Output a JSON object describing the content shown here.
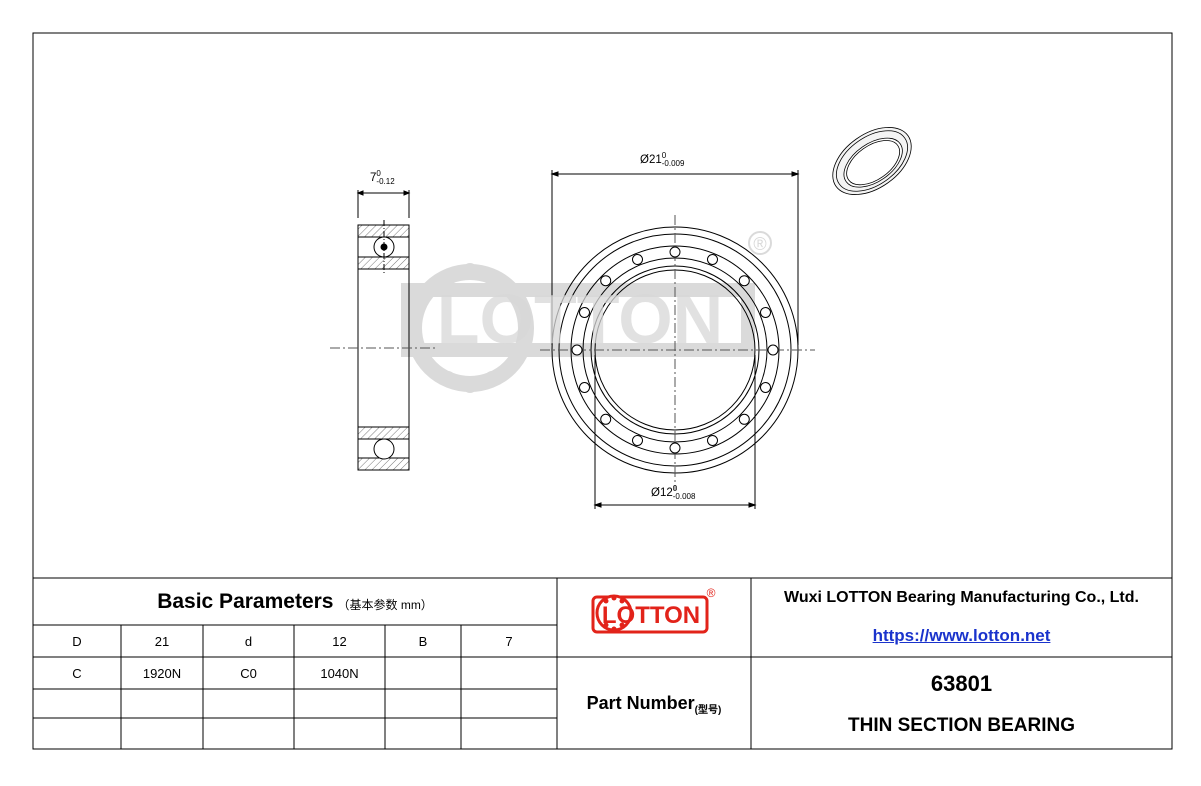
{
  "drawing": {
    "dim_width": {
      "nominal": "7",
      "upper": "0",
      "lower": "-0.12"
    },
    "dim_od": {
      "prefix": "Ø21",
      "upper": "0",
      "lower": "-0.009"
    },
    "dim_id": {
      "prefix": "Ø12",
      "upper": "0",
      "lower": "-0.008"
    },
    "watermark": {
      "text": "LOTTON",
      "registered": "®"
    }
  },
  "params": {
    "title": "Basic Parameters",
    "subtitle": "（基本参数 mm）",
    "rows": [
      [
        "D",
        "21",
        "d",
        "12",
        "B",
        "7"
      ],
      [
        "C",
        "1920N",
        "C0",
        "1040N",
        "",
        ""
      ],
      [
        "",
        "",
        "",
        "",
        "",
        ""
      ],
      [
        "",
        "",
        "",
        "",
        "",
        ""
      ]
    ]
  },
  "logo": {
    "text": "LOTTON",
    "registered": "®"
  },
  "company": {
    "name": "Wuxi LOTTON Bearing Manufacturing Co., Ltd.",
    "website": "https://www.lotton.net"
  },
  "part": {
    "label": "Part Number",
    "label_sub": "(型号)",
    "number": "63801",
    "type": "THIN SECTION BEARING"
  },
  "colors": {
    "frame": "#000000",
    "logo_red": "#e2231a",
    "watermark": "#d9d9d9",
    "link": "#1a33cc"
  }
}
